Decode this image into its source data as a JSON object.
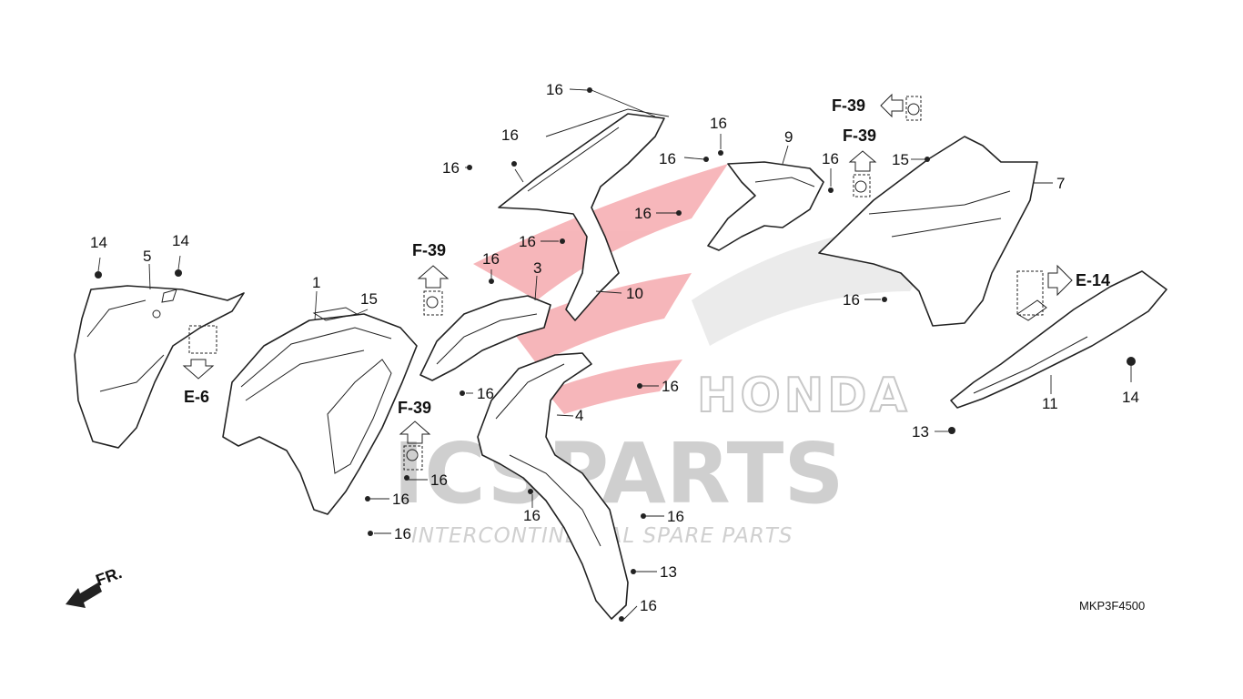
{
  "watermark": {
    "main": "ICSPARTS",
    "tagline": "INTERCONTINENTAL SPARE PARTS",
    "brand": "HONDA",
    "brand_color": "#e8323c"
  },
  "diagram_code": "MKP3F4500",
  "front_indicator": "FR.",
  "references": {
    "f39": "F-39",
    "e6": "E-6",
    "e14": "E-14"
  },
  "callouts": {
    "c1": "1",
    "c3": "3",
    "c4": "4",
    "c5": "5",
    "c7": "7",
    "c9": "9",
    "c10": "10",
    "c11": "11",
    "c13": "13",
    "c14": "14",
    "c15": "15",
    "c16": "16"
  }
}
